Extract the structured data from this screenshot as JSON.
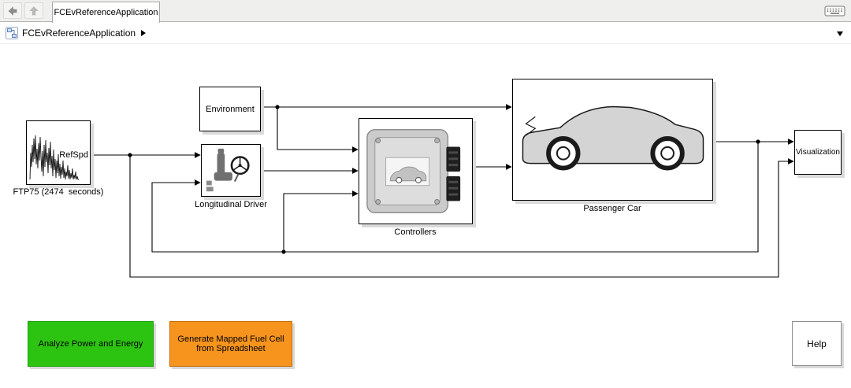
{
  "window": {
    "tab_title": "FCEvReferenceApplication"
  },
  "breadcrumb": {
    "model_name": "FCEvReferenceApplication"
  },
  "canvas": {
    "blocks": {
      "drive_cycle": {
        "signal_label": "RefSpd",
        "caption": "FTP75 (2474  seconds)"
      },
      "environment": {
        "label": "Environment"
      },
      "longitudinal_driver": {
        "caption": "Longitudinal Driver"
      },
      "controllers": {
        "caption": "Controllers"
      },
      "passenger_car": {
        "caption": "Passenger Car"
      },
      "visualization": {
        "label": "Visualization"
      }
    },
    "buttons": {
      "analyze": {
        "label": "Analyze Power and Energy",
        "color": "#2CC411",
        "border": "#1ca10e"
      },
      "generate": {
        "label": "Generate Mapped Fuel Cell from Spreadsheet",
        "color": "#F7941E",
        "border": "#c66f0a"
      },
      "help": {
        "label": "Help"
      }
    }
  }
}
